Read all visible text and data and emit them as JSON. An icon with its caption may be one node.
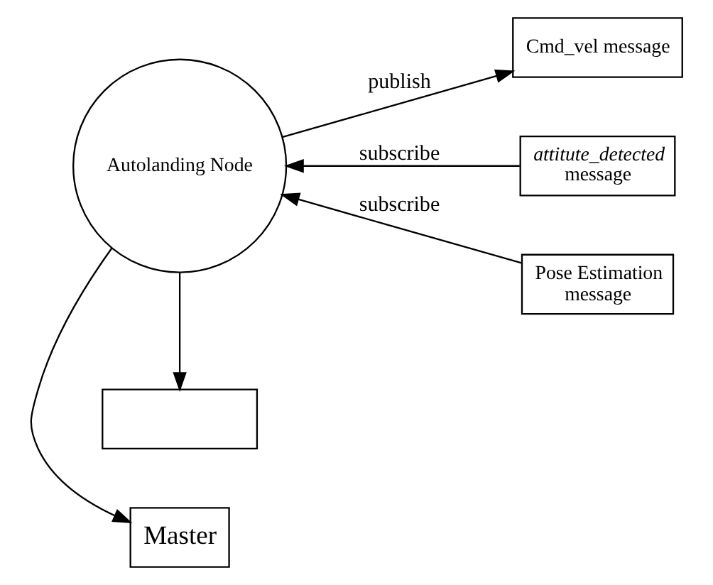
{
  "diagram": {
    "nodes": [
      {
        "text": [
          "Master"
        ]
      },
      {
        "text": [
          "Autolanding Node"
        ]
      },
      {
        "text": [
          "*attitute_detected* message"
        ]
      },
      {
        "text": [
          "Pose Estimation message"
        ]
      },
      {
        "text": [
          "Cmd_vel message"
        ]
      },
      {
        "text": [],
        "shape": "box"
      }
    ],
    "edges": [
      {
        "from": 1,
        "to": 0,
        "arrow": "to"
      },
      {
        "from": 2,
        "to": 1,
        "arrow": "to",
        "label": "subscribe"
      },
      {
        "from": 3,
        "to": 1,
        "arrow": "to",
        "label": "subscribe"
      },
      {
        "from": 1,
        "to": 4,
        "arrow": "to",
        "label": "publish"
      },
      {
        "from": 1,
        "to": 5,
        "arrow": "to"
      }
    ]
  }
}
